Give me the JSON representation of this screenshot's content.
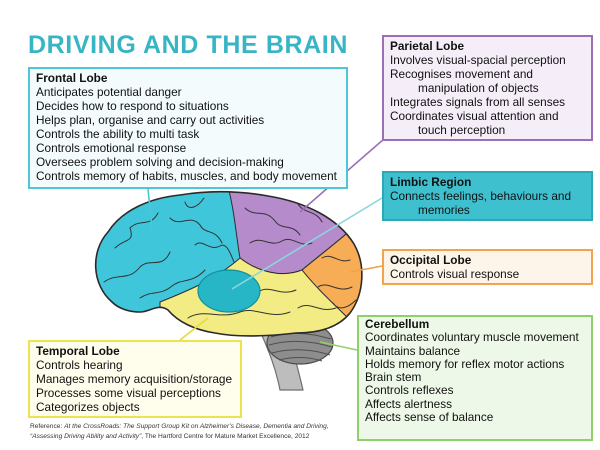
{
  "title": "DRIVING AND THE BRAIN",
  "boxes": {
    "frontal": {
      "heading": "Frontal Lobe",
      "lines": [
        "Anticipates potential danger",
        "Decides how to respond to situations",
        "Helps plan, organise and carry out activities",
        "Controls the ability  to multi task",
        "Controls emotional response",
        "Oversees problem solving and decision-making",
        "Controls memory of habits, muscles, and body movement"
      ]
    },
    "parietal": {
      "heading": "Parietal Lobe",
      "lines": [
        "Involves visual-spacial perception",
        "Recognises movement and",
        "manipulation of objects",
        "Integrates signals from all senses",
        "Coordinates visual attention and",
        "touch perception"
      ]
    },
    "limbic": {
      "heading": "Limbic Region",
      "lines": [
        "Connects feelings, behaviours and",
        "memories"
      ]
    },
    "occipital": {
      "heading": "Occipital Lobe",
      "lines": [
        "Controls visual response"
      ]
    },
    "cerebellum": {
      "heading": "Cerebellum",
      "lines": [
        "Coordinates voluntary muscle movement",
        "Maintains  balance",
        "Holds memory for reflex  motor actions",
        "Brain stem",
        "Controls reflexes",
        "Affects alertness",
        "Affects sense of balance"
      ]
    },
    "temporal": {
      "heading": "Temporal Lobe",
      "lines": [
        "Controls hearing",
        "Manages memory acquisition/storage",
        "Processes some visual perceptions",
        "Categorizes objects"
      ]
    }
  },
  "reference": {
    "label": "Reference: ",
    "source": "At the CrossRoads: The Support Group Kit on Alzheimer’s Disease, Dementia and Driving,",
    "article": "“Assessing Driving Ability and Activity”",
    "publisher": ", The Hartford Centre for Mature Market Excellence, 2012"
  },
  "colors": {
    "title": "#38b5c4",
    "frontal": "#40c6da",
    "parietal": "#b58bcb",
    "occipital": "#f6ad55",
    "temporal": "#f3ec85",
    "cerebellum": "#8d8d8d",
    "brain_stem": "#bdbdbd",
    "limbic": "#27b6c5",
    "frontal_border": "#4ec6d6",
    "frontal_bg": "#f3fbfc",
    "parietal_border": "#9c6eb6",
    "parietal_bg": "#f5eef9",
    "limbic_border": "#2aa8b6",
    "limbic_bg": "#3ec0cf",
    "occipital_border": "#f2a34e",
    "occipital_bg": "#fef5ea",
    "cerebellum_border": "#90d06c",
    "cerebellum_bg": "#eef8e8",
    "temporal_border": "#eee34e",
    "temporal_bg": "#fffdeb"
  }
}
